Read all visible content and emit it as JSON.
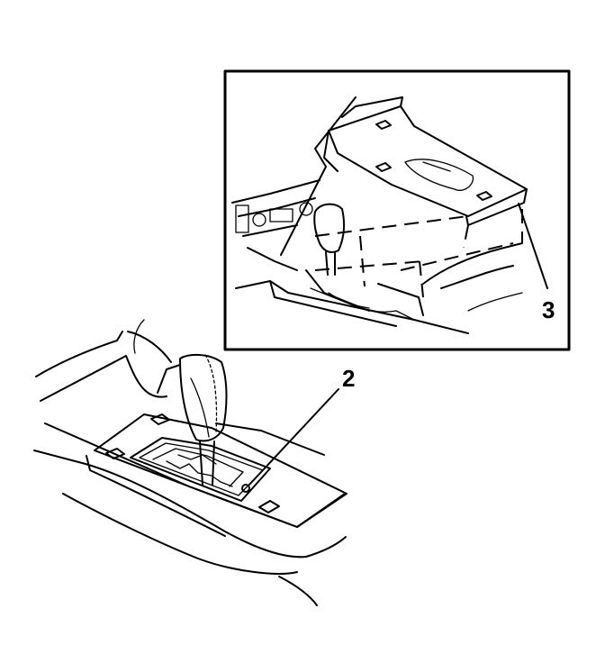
{
  "figure": {
    "callouts": [
      {
        "id": "2",
        "label": "2"
      },
      {
        "id": "3",
        "label": "3"
      }
    ],
    "colors": {
      "ink": "#000000",
      "paper": "#ffffff"
    }
  }
}
